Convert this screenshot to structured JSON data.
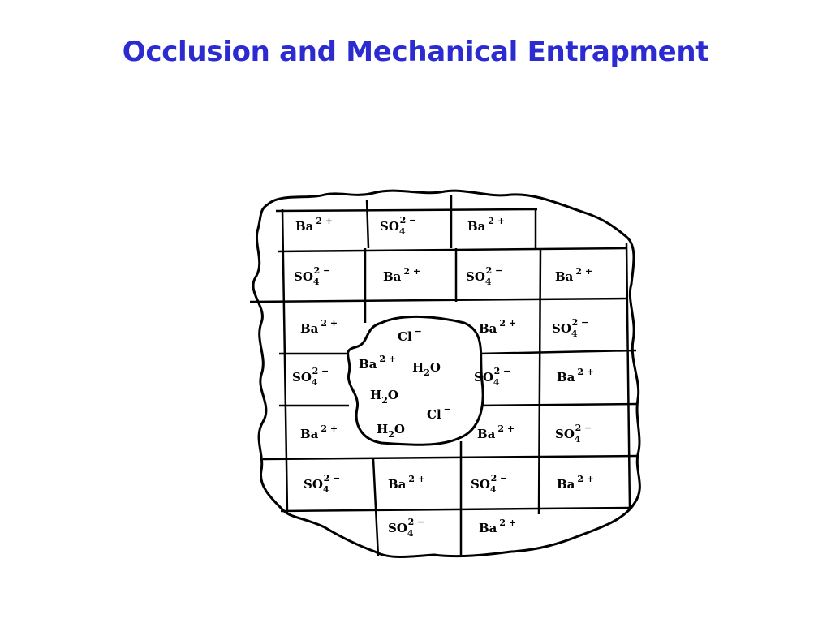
{
  "title": "Occlusion and Mechanical Entrapment",
  "colors": {
    "title": "#2b2bd1",
    "ink": "#000000",
    "background": "#ffffff"
  },
  "lattice": {
    "rows": [
      [
        "Ba",
        "SO4",
        "Ba",
        ""
      ],
      [
        "SO4",
        "Ba",
        "SO4",
        "Ba"
      ],
      [
        "Ba",
        "",
        "Ba",
        "SO4"
      ],
      [
        "SO4",
        "",
        "SO4",
        "Ba"
      ],
      [
        "Ba",
        "",
        "Ba",
        "SO4"
      ],
      [
        "SO4",
        "Ba",
        "SO4",
        "Ba"
      ],
      [
        "",
        "SO4",
        "Ba",
        ""
      ]
    ],
    "ions": {
      "Ba": {
        "base": "Ba",
        "charge": "2 +"
      },
      "SO4": {
        "base": "SO",
        "sub": "4",
        "charge": "2 −"
      }
    }
  },
  "occluded": [
    {
      "base": "Cl",
      "charge": "−"
    },
    {
      "base": "Ba",
      "charge": "2 +"
    },
    {
      "base": "H",
      "sub": "2",
      "tail": "O"
    },
    {
      "base": "H",
      "sub": "2",
      "tail": "O"
    },
    {
      "base": "Cl",
      "charge": "−"
    },
    {
      "base": "H",
      "sub": "2",
      "tail": "O"
    }
  ]
}
